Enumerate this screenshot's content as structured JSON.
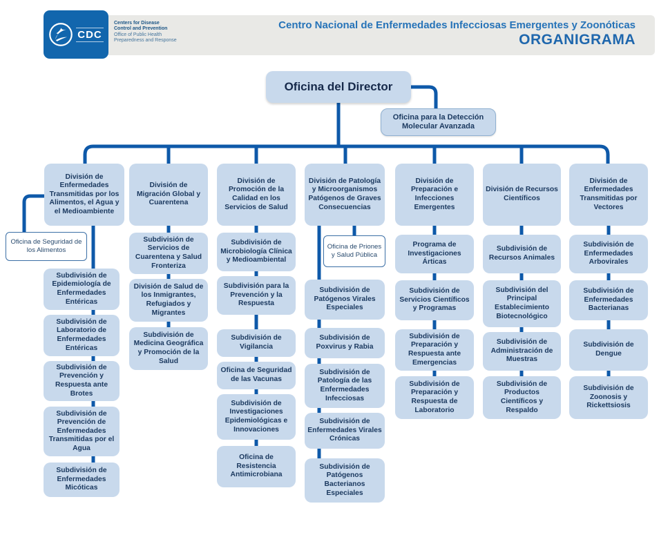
{
  "header": {
    "agency_name_line1": "Centers for Disease",
    "agency_name_line2": "Control and Prevention",
    "office_line1": "Office of Public Health",
    "office_line2": "Preparedness and Response",
    "cdc_acronym": "CDC",
    "title": "Centro Nacional de Enfermedades Infecciosas Emergentes y Zoonóticas",
    "subtitle": "ORGANIGRAMA"
  },
  "org": {
    "director": "Oficina del Director",
    "director_office": "Oficina para la Detección Molecular Avanzada",
    "columns": [
      {
        "division": "División de Enfermedades Transmitidas por los Alimentos, el Agua y el Medioambiente",
        "office": "Oficina de Seguridad de los Alimentos",
        "children": [
          "Subdivisión de Epidemiología de Enfermedades Entéricas",
          "Subdivisión de Laboratorio de Enfermedades Entéricas",
          "Subdivisión de Prevención y Respuesta ante Brotes",
          "Subdivisión de Prevención de Enfermedades Transmitidas por el Agua",
          "Subdivisión de Enfermedades Micóticas"
        ]
      },
      {
        "division": "División de Migración Global y Cuarentena",
        "children": [
          "Subdivisión de Servicios de Cuarentena y Salud Fronteriza",
          "División de Salud de los Inmigrantes, Refugiados y Migrantes",
          "Subdivisión de Medicina Geográfica y Promoción de la Salud"
        ]
      },
      {
        "division": "División de Promoción de la Calidad en los Servicios de Salud",
        "children": [
          "Subdivisión de Microbiología Clínica y Medioambiental",
          "Subdivisión para la Prevención y la Respuesta",
          "Subdivisión de Vigilancia",
          "Oficina de Seguridad de las Vacunas",
          "Subdivisión de Investigaciones Epidemiológicas e Innovaciones",
          "Oficina de Resistencia Antimicrobiana"
        ]
      },
      {
        "division": "División de Patología y Microorganismos Patógenos de Graves Consecuencias",
        "office": "Oficina de Priones y Salud Pública",
        "children": [
          "Subdivisión de Patógenos Virales Especiales",
          "Subdivisión de Poxvirus y Rabia",
          "Subdivisión de Patología de las Enfermedades Infecciosas",
          "Subdivisión de Enfermedades Virales Crónicas",
          "Subdivisión de Patógenos Bacterianos Especiales"
        ]
      },
      {
        "division": "División de Preparación e Infecciones Emergentes",
        "children": [
          "Programa de Investigaciones Árticas",
          "Subdivisión de Servicios Científicos y Programas",
          "Subdivisión de Preparación y Respuesta ante Emergencias",
          "Subdivisión de Preparación y Respuesta de Laboratorio"
        ]
      },
      {
        "division": "División de Recursos Científicos",
        "children": [
          "Subdivisión de Recursos Animales",
          "Subdivisión del Principal Establecimiento Biotecnológico",
          "Subdivisión de Administración de Muestras",
          "Subdivisión de Productos Científicos y Respaldo"
        ]
      },
      {
        "division": "División de Enfermedades Transmitidas por Vectores",
        "children": [
          "Subdivisión de Enfermedades Arbovirales",
          "Subdivisión de Enfermedades Bacterianas",
          "Subdivisión de Dengue",
          "Subdivisión de Zoonosis y Rickettsiosis"
        ]
      }
    ]
  },
  "colors": {
    "box_fill": "#c8d9ec",
    "box_text": "#1c3a60",
    "connector": "#0e59a9",
    "header_blue": "#1266ad",
    "title_blue": "#2673b8"
  }
}
